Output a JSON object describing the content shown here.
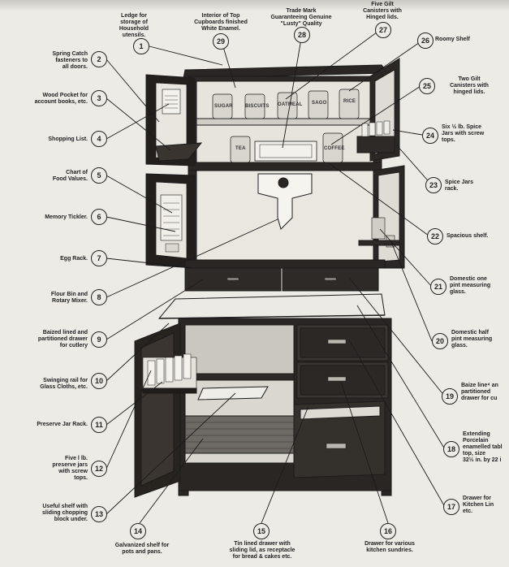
{
  "callouts": [
    {
      "n": "1",
      "text": "Ledge for\nstorage of\nHousehold\nutensils."
    },
    {
      "n": "2",
      "text": "Spring Catch\nfasteners to\nall doors."
    },
    {
      "n": "3",
      "text": "Wood Pocket for\naccount books, etc."
    },
    {
      "n": "4",
      "text": "Shopping List."
    },
    {
      "n": "5",
      "text": "Chart of\nFood Values."
    },
    {
      "n": "6",
      "text": "Memory Tickler."
    },
    {
      "n": "7",
      "text": "Egg Rack."
    },
    {
      "n": "8",
      "text": "Flour Bin and\nRotary Mixer."
    },
    {
      "n": "9",
      "text": "Baized lined and\npartitioned drawer\nfor cutlery"
    },
    {
      "n": "10",
      "text": "Swinging rail for\nGlass Cloths, etc."
    },
    {
      "n": "11",
      "text": "Preserve Jar Rack."
    },
    {
      "n": "12",
      "text": "Five l lb.\npreserve jars\nwith screw\ntops."
    },
    {
      "n": "13",
      "text": "Useful shelf with\nsliding chopping\nblock under."
    },
    {
      "n": "14",
      "text": "Galvanized shelf for\npots and pans."
    },
    {
      "n": "15",
      "text": "Tin lined drawer with\nsliding lid, as receptacle\nfor bread & cakes etc."
    },
    {
      "n": "16",
      "text": "Drawer for various\nkitchen sundries."
    },
    {
      "n": "17",
      "text": "Drawer for\nKitchen Lin\netc."
    },
    {
      "n": "18",
      "text": "Extending\nPorcelain\nenamelled tabl\ntop, size\n32½ in. by 22 i"
    },
    {
      "n": "19",
      "text": "Baize line⁴ an\npartitioned\ndrawer for cu"
    },
    {
      "n": "20",
      "text": "Domestic half\npint measuring\nglass."
    },
    {
      "n": "21",
      "text": "Domestic one\npint measuring\nglass."
    },
    {
      "n": "22",
      "text": "Spacious shelf."
    },
    {
      "n": "23",
      "text": "Spice Jars\nrack."
    },
    {
      "n": "24",
      "text": "Six ½ lb. Spice\nJars with screw\ntops."
    },
    {
      "n": "25",
      "text": "Two Gilt\nCanisters with\nhinged lids."
    },
    {
      "n": "26",
      "text": "Roomy Shelf"
    },
    {
      "n": "27",
      "text": "Five Gilt\nCanisters with\nHinged lids."
    },
    {
      "n": "28",
      "text": "Trade Mark\nGuaranteeing Genuine\n\"Lusty\" Quality"
    },
    {
      "n": "29",
      "text": "Interior of Top\nCupboards finished\nWhite Enamel."
    }
  ],
  "canisters": [
    "SUGAR",
    "BISCUITS",
    "OATMEAL",
    "SAGO",
    "RICE",
    "TEA",
    "COFFEE"
  ],
  "colors": {
    "ink": "#1c1c1c",
    "wood": "#2a2623",
    "enamel": "#e4e2db",
    "paper": "#ecebe6"
  }
}
